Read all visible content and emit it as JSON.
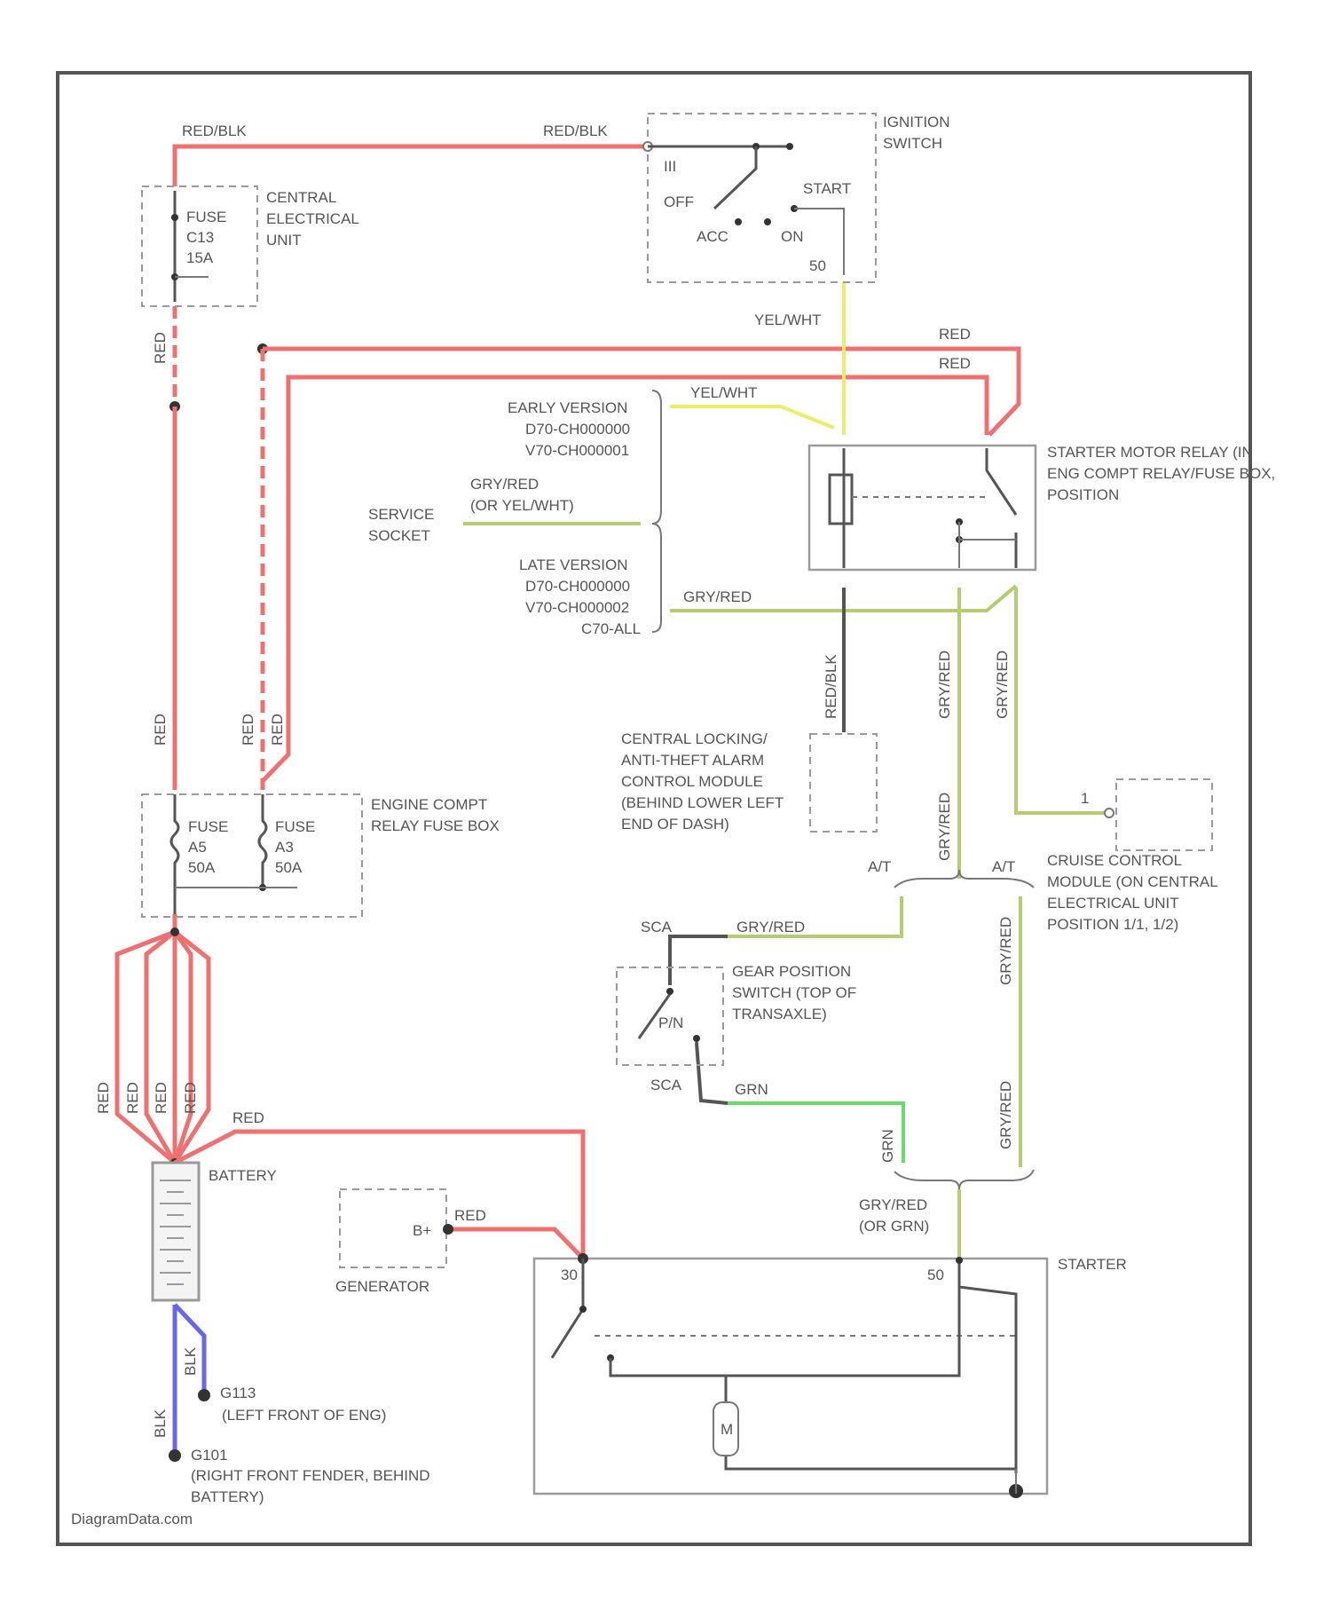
{
  "components": {
    "ignition_switch": {
      "name": "IGNITION SWITCH",
      "pos_III": "III",
      "pos_off": "OFF",
      "pos_start": "START",
      "pos_acc": "ACC",
      "pos_on": "ON",
      "terminal": "50"
    },
    "central_electrical_unit": {
      "name": "CENTRAL ELECTRICAL UNIT",
      "fuse": "FUSE",
      "fuse_id": "C13",
      "fuse_rating": "15A"
    },
    "starter_relay": {
      "name": "STARTER MOTOR RELAY (IN ENG COMPT RELAY/FUSE BOX, POSITION"
    },
    "service_socket": {
      "name": "SERVICE SOCKET"
    },
    "early_version": {
      "line1": "EARLY VERSION",
      "line2": "D70-CH000000",
      "line3": "V70-CH000001"
    },
    "late_version": {
      "line1": "LATE VERSION",
      "line2": "D70-CH000000",
      "line3": "V70-CH000002",
      "line4": "C70-ALL"
    },
    "central_locking": {
      "name": "CENTRAL LOCKING/ ANTI-THEFT ALARM CONTROL MODULE (BEHIND LOWER LEFT END OF DASH)"
    },
    "cruise_control": {
      "name": "CRUISE CONTROL MODULE (ON CENTRAL ELECTRICAL UNIT POSITION 1/1, 1/2)",
      "terminal": "1"
    },
    "engine_fuse_box": {
      "name": "ENGINE COMPT RELAY FUSE BOX",
      "fuse_a": "FUSE",
      "fuse_a_id": "A5",
      "fuse_a_rating": "50A",
      "fuse_b": "FUSE",
      "fuse_b_id": "A3",
      "fuse_b_rating": "50A"
    },
    "gear_switch": {
      "name": "GEAR POSITION SWITCH (TOP OF TRANSAXLE)",
      "contact": "P/N"
    },
    "battery": {
      "name": "BATTERY"
    },
    "generator": {
      "name": "GENERATOR",
      "terminal": "B+"
    },
    "starter": {
      "name": "STARTER",
      "terminal_30": "30",
      "terminal_50": "50",
      "solenoid": "M"
    },
    "ground_1": {
      "name": "G113",
      "desc": "(LEFT FRONT OF ENG)"
    },
    "ground_2": {
      "name": "G101",
      "desc": "(RIGHT FRONT FENDER, BEHIND BATTERY)"
    }
  },
  "wires": {
    "red_blk_1": "RED/BLK",
    "red_blk_2": "RED/BLK",
    "red_top_1": "RED",
    "red_top_2": "RED",
    "red_v1": "RED",
    "red_v2": "RED",
    "red_v3": "RED",
    "red_v4": "RED",
    "red_bat_1": "RED",
    "red_bat_2": "RED",
    "red_bat_3": "RED",
    "red_bat_4": "RED",
    "red_starter": "RED",
    "red_gen": "RED",
    "yel_wht_1": "YEL/WHT",
    "yel_wht_2": "YEL/WHT",
    "gry_red_1": "GRY/RED",
    "gry_red_or": "(OR YEL/WHT)",
    "gry_red_2": "GRY/RED",
    "gry_red_3": "GRY/RED",
    "gry_red_v1": "GRY/RED",
    "gry_red_v2": "GRY/RED",
    "gry_red_v3": "GRY/RED",
    "gry_red_v4": "GRY/RED",
    "gry_red_v5": "GRY/RED",
    "gry_red_bottom": "GRY/RED",
    "gry_red_bottom_or": "(OR GRN)",
    "sca_1": "SCA",
    "sca_2": "SCA",
    "grn_1": "GRN",
    "grn_2": "GRN",
    "red_blk_v": "RED/BLK",
    "blk_1": "BLK",
    "blk_2": "BLK"
  },
  "branch_labels": {
    "at_1": "A/T",
    "at_2": "A/T"
  },
  "footer": "DiagramData.com"
}
